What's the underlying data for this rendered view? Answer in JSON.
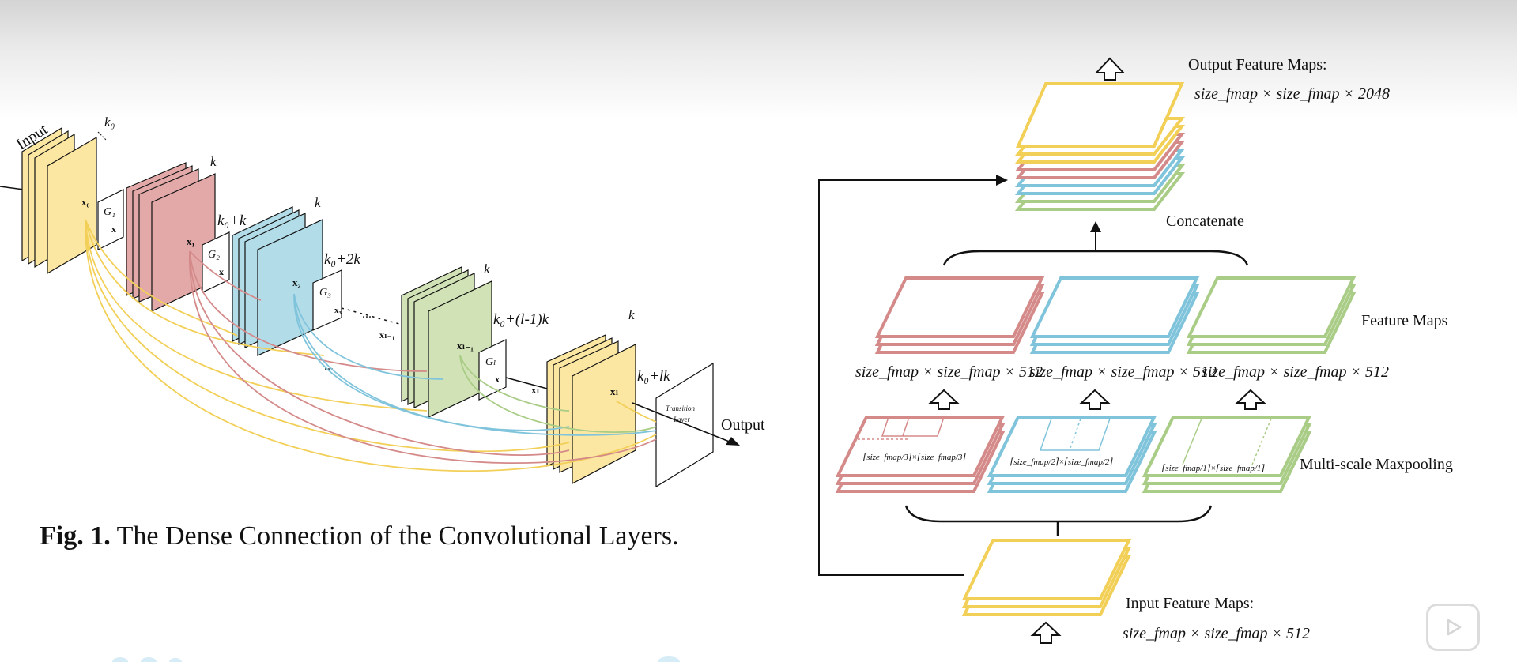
{
  "left_figure": {
    "input_label": "Input",
    "k0": "k₀",
    "k": "k",
    "k0_plus_k": "k₀+k",
    "k0_plus_2k": "k₀+2k",
    "k0_plus_l1k": "k₀+(l-1)k",
    "k0_plus_lk": "k₀+lk",
    "x0": "x₀",
    "x1": "x₁",
    "x2": "x₂",
    "x3": "x₃",
    "xl1": "xₗ₋₁",
    "xl": "xₗ",
    "x_out": "x",
    "g1": "G₁",
    "g2": "G₂",
    "g3": "G₃",
    "gl": "Gₗ",
    "dots": "...",
    "transition_line1": "Transition",
    "transition_line2": "Layer",
    "output_label": "Output"
  },
  "caption": {
    "fig": "Fig. 1.",
    "text": " The Dense Connection of the Convolutional Layers."
  },
  "right_figure": {
    "output_title": "Output Feature Maps:",
    "output_dims": "size_fmap × size_fmap × 2048",
    "concatenate": "Concatenate",
    "feature_maps": "Feature Maps",
    "dims_512_a": "size_fmap × size_fmap × 512",
    "dims_512_b": "size_fmap × size_fmap × 512",
    "dims_512_c": "size_fmap × size_fmap × 512",
    "multiscale": "Multi-scale Maxpooling",
    "pool_a": "⌈size_fmap/3⌉×⌈size_fmap/3⌉",
    "pool_b": "⌈size_fmap/2⌉×⌈size_fmap/2⌉",
    "pool_c": "⌈size_fmap/1⌉×⌈size_fmap/1⌉",
    "input_title": "Input Feature Maps:",
    "input_dims": "size_fmap × size_fmap × 512"
  },
  "colors": {
    "yellow": "#f2cf57",
    "yellow_fill": "#fbe6a2",
    "red": "#d58a8a",
    "red_fill": "#e3a9a9",
    "blue": "#80c4dc",
    "blue_fill": "#b3dce9",
    "green": "#a9cc86",
    "green_fill": "#d1e3b6"
  },
  "player": {
    "icon": "play-icon"
  }
}
